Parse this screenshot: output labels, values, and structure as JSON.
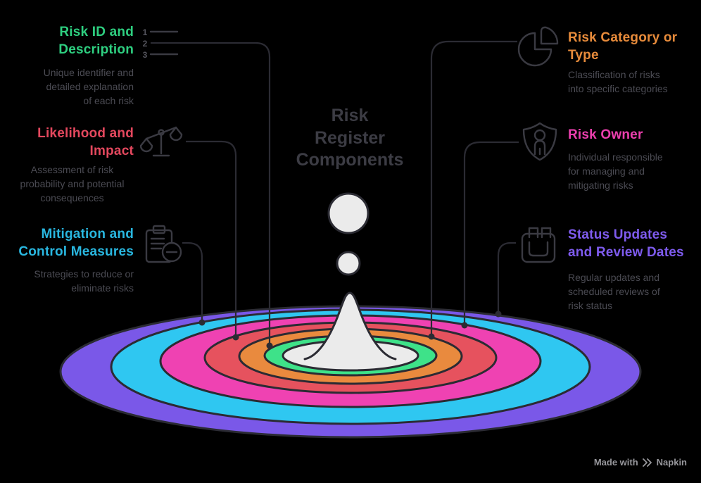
{
  "title": "Risk\nRegister\nComponents",
  "items": [
    {
      "heading": "Risk ID and\nDescription",
      "description": "Unique identifier and\ndetailed explanation\nof each risk",
      "color": "#2ecf80",
      "icon": "numbered-list-icon",
      "side": "left",
      "list_numbers": [
        "1",
        "2",
        "3"
      ]
    },
    {
      "heading": "Likelihood and\nImpact",
      "description": "Assessment of risk\nprobability and potential\nconsequences",
      "color": "#e4485e",
      "icon": "balance-scale-icon",
      "side": "left"
    },
    {
      "heading": "Mitigation and\nControl Measures",
      "description": "Strategies to reduce or\neliminate risks",
      "color": "#29b7e0",
      "icon": "clipboard-minus-icon",
      "side": "left"
    },
    {
      "heading": "Risk Category or\nType",
      "description": "Classification of risks\ninto specific categories",
      "color": "#e78b3b",
      "icon": "pie-chart-icon",
      "side": "right"
    },
    {
      "heading": "Risk Owner",
      "description": "Individual responsible\nfor managing and\nmitigating risks",
      "color": "#ec3fae",
      "icon": "shield-person-icon",
      "side": "right"
    },
    {
      "heading": "Status Updates\nand Review Dates",
      "description": "Regular updates and\nscheduled reviews of\nrisk status",
      "color": "#7e5bee",
      "icon": "calendar-icon",
      "side": "right"
    }
  ],
  "ripple": {
    "ring_colors": {
      "purple": "#7a58e8",
      "cyan": "#2fc7f1",
      "magenta": "#ef42b2",
      "red": "#e6525e",
      "orange": "#e98a3e",
      "green": "#3ee289",
      "center": "#ebebeb"
    },
    "stroke_color": "#2b2b33"
  },
  "footer": {
    "made_with": "Made with",
    "brand": "Napkin"
  }
}
